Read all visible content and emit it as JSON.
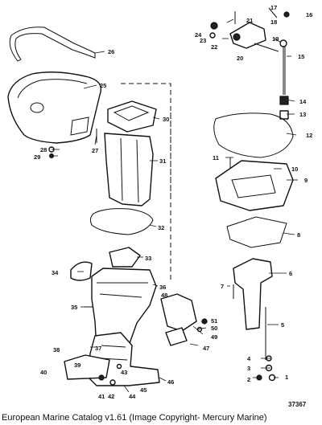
{
  "caption": "European Marine Catalog v1.61 (Image Copyright- Mercury Marine)",
  "figure_number": "37367",
  "callouts": [
    "1",
    "2",
    "3",
    "4",
    "5",
    "6",
    "7",
    "8",
    "9",
    "10",
    "11",
    "12",
    "13",
    "14",
    "15",
    "16",
    "17",
    "18",
    "19",
    "20",
    "21",
    "22",
    "23",
    "24",
    "25",
    "26",
    "27",
    "28",
    "29",
    "30",
    "31",
    "32",
    "33",
    "34",
    "35",
    "36",
    "37",
    "38",
    "39",
    "40",
    "41",
    "42",
    "43",
    "44",
    "45",
    "46",
    "47",
    "48",
    "49",
    "50",
    "51"
  ]
}
